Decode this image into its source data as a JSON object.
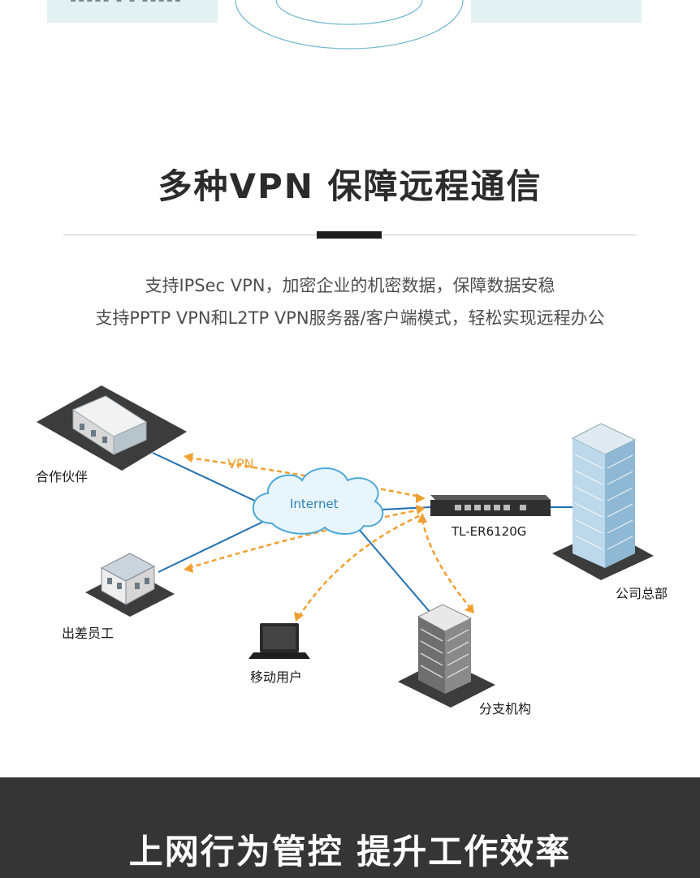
{
  "section": {
    "title": "多种VPN 保障远程通信",
    "description_line1": "支持IPSec VPN，加密企业的机密数据，保障数据安稳",
    "description_line2": "支持PPTP VPN和L2TP VPN服务器/客户端模式，轻松实现远程办公"
  },
  "diagram": {
    "vpn_label": "VPN",
    "internet_label": "Internet",
    "router_model": "TL-ER6120G",
    "nodes": {
      "partner": "合作伙伴",
      "traveling_staff": "出差员工",
      "mobile_user": "移动用户",
      "branch": "分支机构",
      "headquarters": "公司总部"
    },
    "colors": {
      "link_line": "#1f6fb2",
      "vpn_tunnel": "#f0a030",
      "cloud_outline": "#4aa8d8"
    }
  },
  "next_section": {
    "title": "上网行为管控 提升工作效率"
  }
}
